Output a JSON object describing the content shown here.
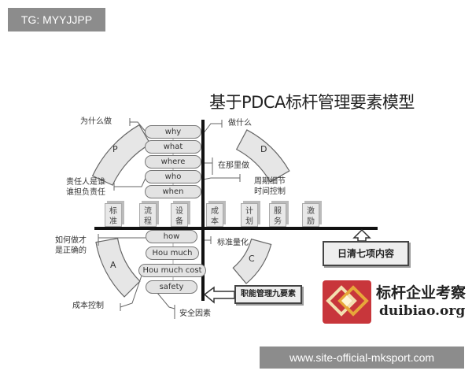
{
  "tag_label": "TG: MYYJJPP",
  "title": "基于PDCA标杆管理要素模型",
  "phases": {
    "p": "P",
    "d": "D",
    "c": "C",
    "a": "A"
  },
  "upper_pills": [
    "why",
    "what",
    "where",
    "who",
    "when"
  ],
  "lower_pills": [
    "how",
    "Hou much",
    "Hou much cost",
    "safety"
  ],
  "cubes": [
    {
      "l1": "标",
      "l2": "准"
    },
    {
      "l1": "流",
      "l2": "程"
    },
    {
      "l1": "设",
      "l2": "备"
    },
    {
      "l1": "成",
      "l2": "本"
    },
    {
      "l1": "计",
      "l2": "划"
    },
    {
      "l1": "服",
      "l2": "务"
    },
    {
      "l1": "激",
      "l2": "励"
    }
  ],
  "labels": {
    "why_do": "为什么做",
    "who_1": "责任人是谁",
    "who_2": "谁担负责任",
    "what_do": "做什么",
    "where_do": "在那里做",
    "when_1": "周期细节",
    "when_2": "时间控制",
    "how_1": "如何做才",
    "how_2": "是正确的",
    "how_much": "标准量化",
    "cost": "成本控制",
    "safety": "安全因素"
  },
  "daily_box": "日清七项内容",
  "function_box": "职能管理九要素",
  "logo": {
    "name_cn": "标杆企业考察",
    "domain": "duibiao.org",
    "color": "#c8363b"
  },
  "watermark": "www.site-official-mksport.com"
}
